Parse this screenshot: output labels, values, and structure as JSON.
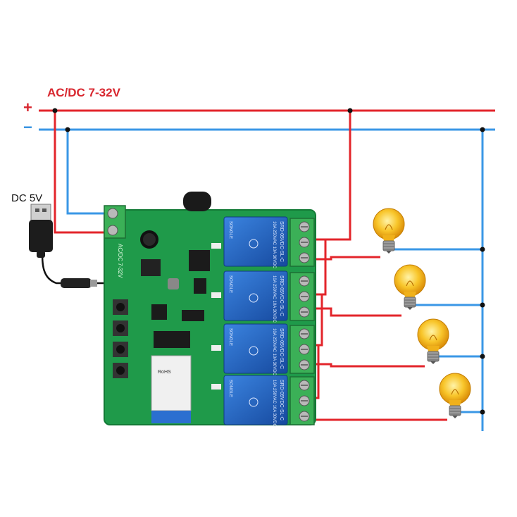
{
  "diagram": {
    "power_label": "AC/DC 7-32V",
    "positive_symbol": "+",
    "negative_symbol": "−",
    "usb_label": "DC 5V",
    "board": {
      "terminal_label": "AC/DC 7-32V",
      "relay_text": [
        "SRD-05VDC-SL-C",
        "10A 250VAC",
        "10A 125VAC",
        "10A 30VDC",
        "10A 28VDC",
        "SONGLE"
      ],
      "module_text": "RoHS"
    },
    "relay_count": 4,
    "bulb_count": 4,
    "colors": {
      "positive_wire": "#e3252b",
      "negative_wire": "#3a97e6",
      "pcb": "#1f9a4a",
      "relay": "#2062c8",
      "terminal": "#3bb057",
      "bulb": "#f6b51a"
    }
  }
}
